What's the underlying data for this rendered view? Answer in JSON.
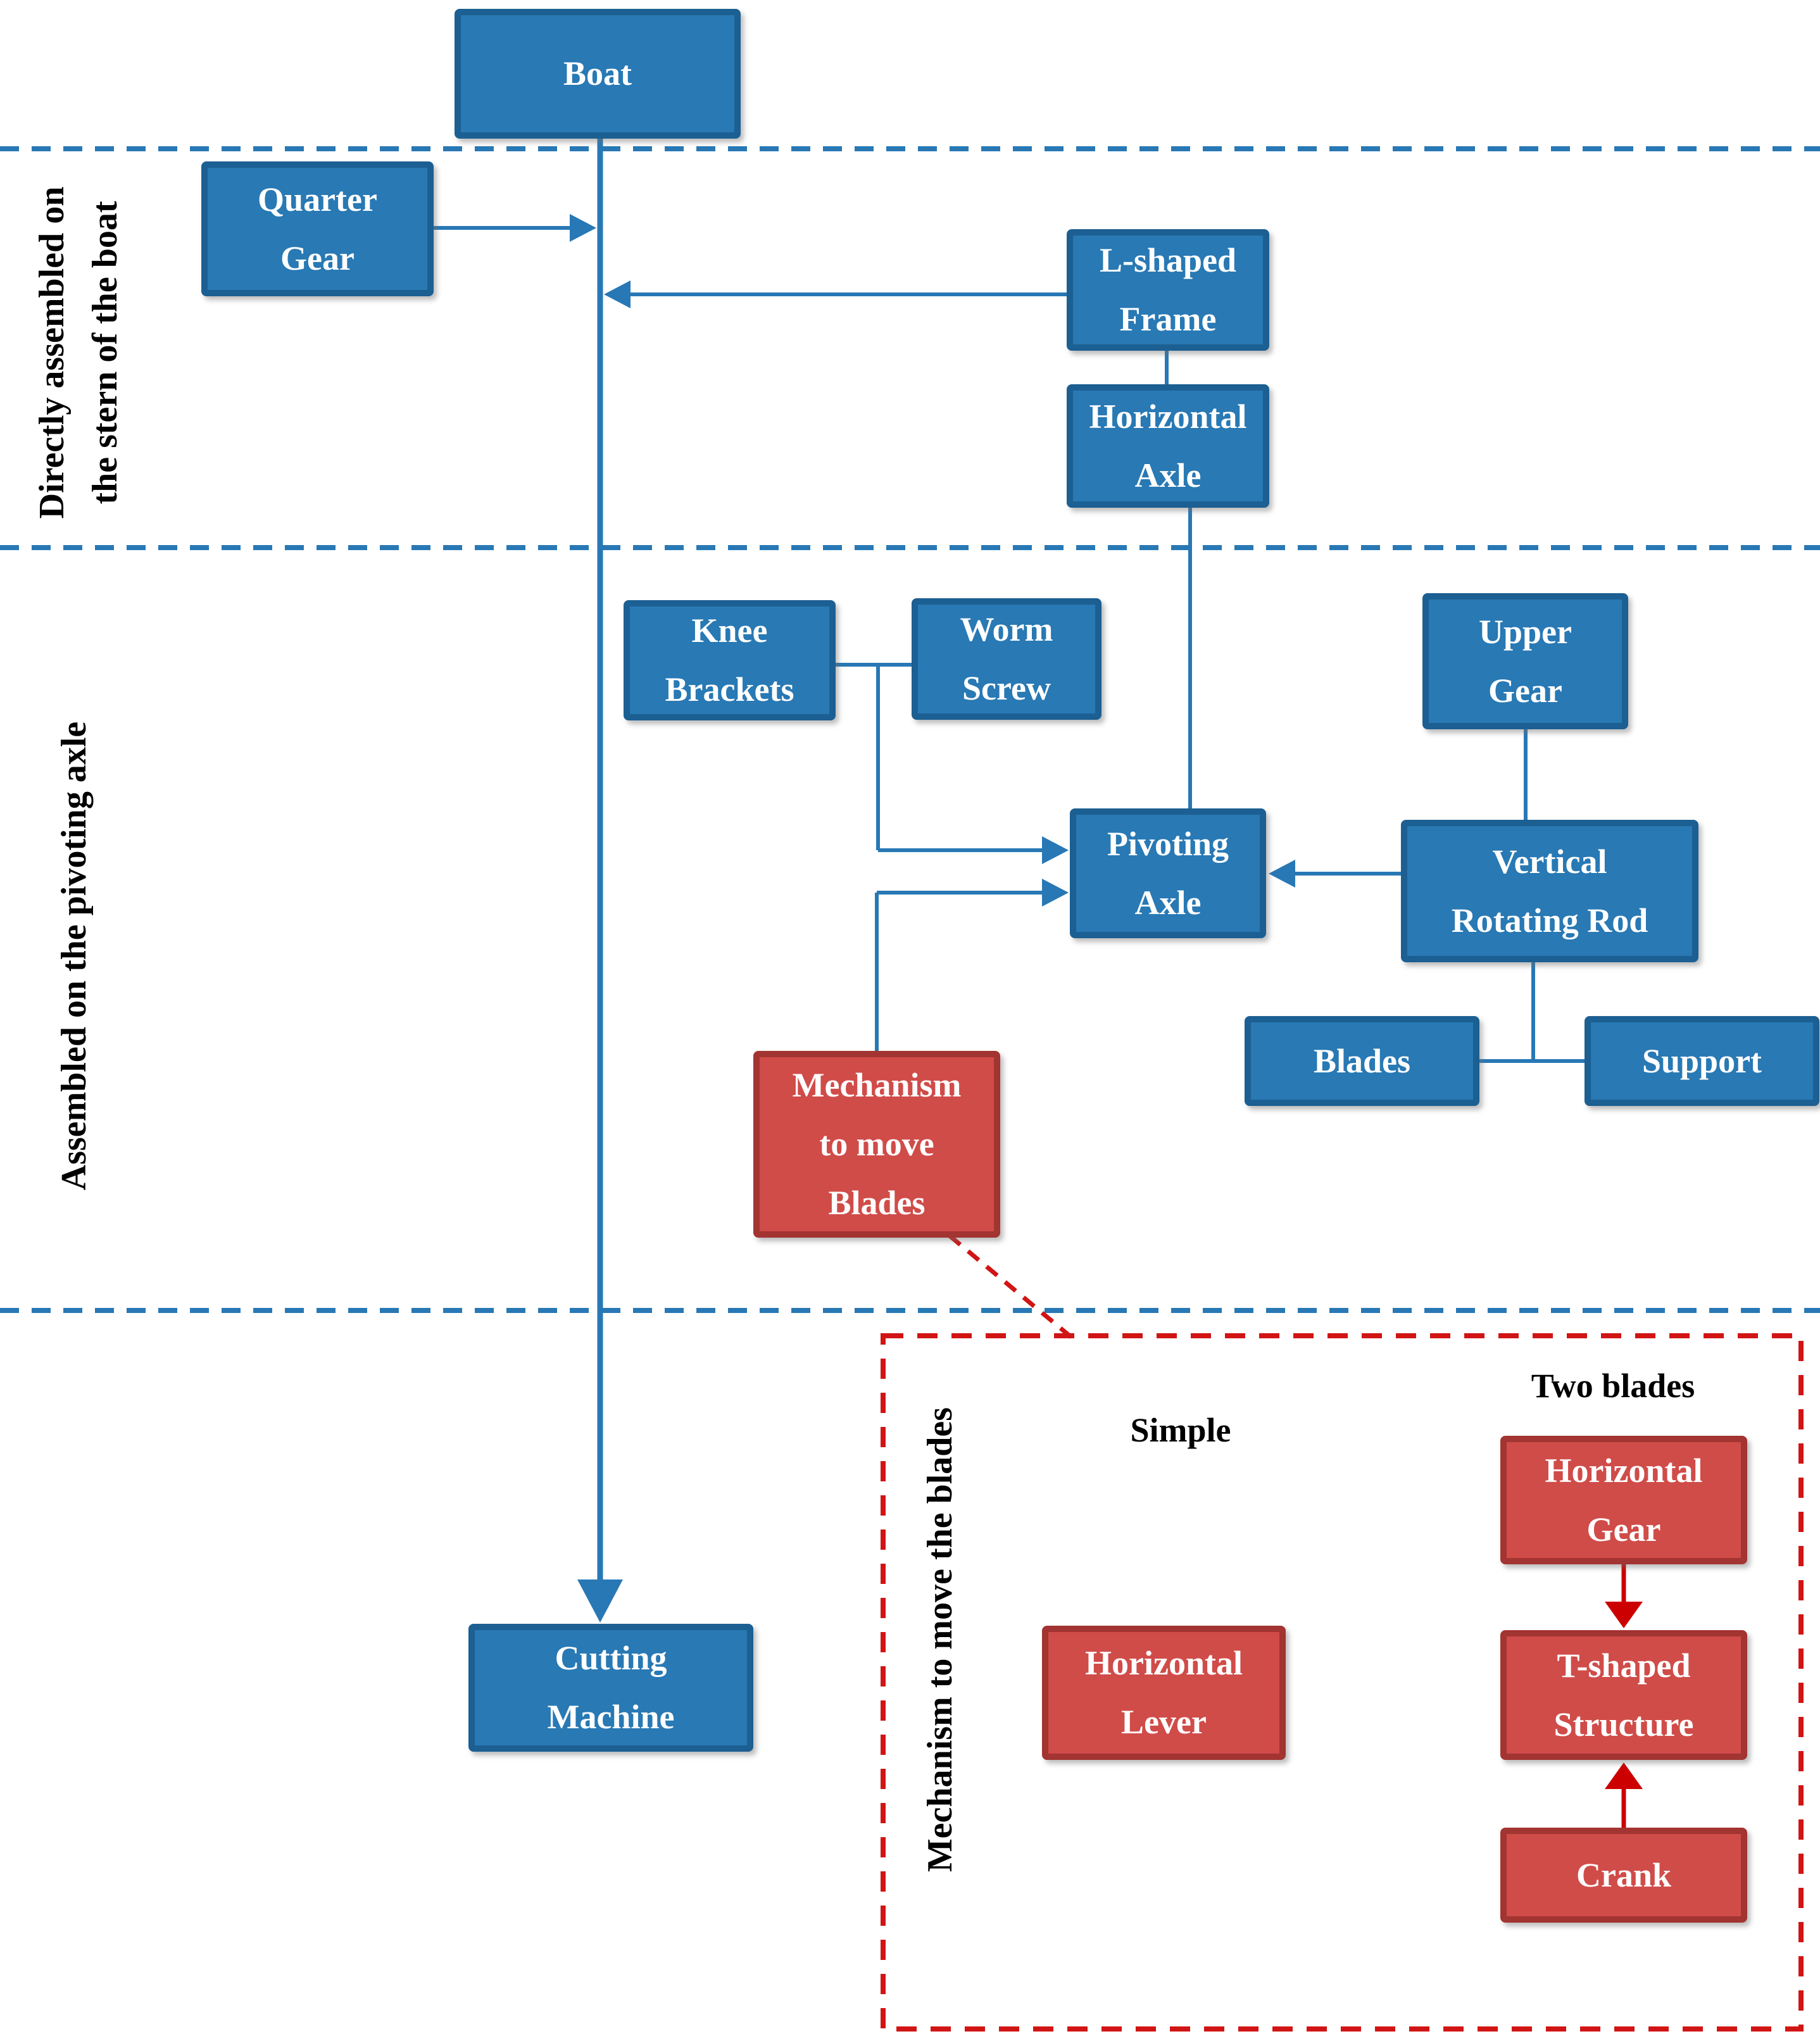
{
  "title": "Boat cutting machine assembly flowchart",
  "colors": {
    "blue_box_fill": "#2879b4",
    "blue_box_border": "#1c5f92",
    "blue_connector": "#2878b5",
    "blue_dashed_divider": "#2878b5",
    "red_box_fill": "#d04c49",
    "red_box_border": "#a23431",
    "red_dashed_line": "#d11414",
    "red_arrow": "#cc0000",
    "box_text": "#ffffff",
    "label_text": "#000000"
  },
  "sections": {
    "stern_label": "Directly assembled on\nthe stern of the boat",
    "pivoting_label": "Assembled on the pivoting axle",
    "mechanism_label": "Mechanism to move the blades"
  },
  "nodes": {
    "boat": "Boat",
    "quarter_gear": "Quarter\nGear",
    "l_shaped_frame": "L-shaped\nFrame",
    "horizontal_axle": "Horizontal\nAxle",
    "knee_brackets": "Knee\nBrackets",
    "worm_screw": "Worm\nScrew",
    "upper_gear": "Upper\nGear",
    "pivoting_axle": "Pivoting\nAxle",
    "vertical_rotating_rod": "Vertical\nRotating Rod",
    "blades": "Blades",
    "support": "Support",
    "mechanism_to_move_blades": "Mechanism\nto move\nBlades",
    "cutting_machine": "Cutting\nMachine",
    "horizontal_lever": "Horizontal\nLever",
    "horizontal_gear": "Horizontal\nGear",
    "t_shaped_structure": "T-shaped\nStructure",
    "crank": "Crank"
  },
  "inset": {
    "simple_label": "Simple",
    "two_blades_label": "Two blades"
  }
}
